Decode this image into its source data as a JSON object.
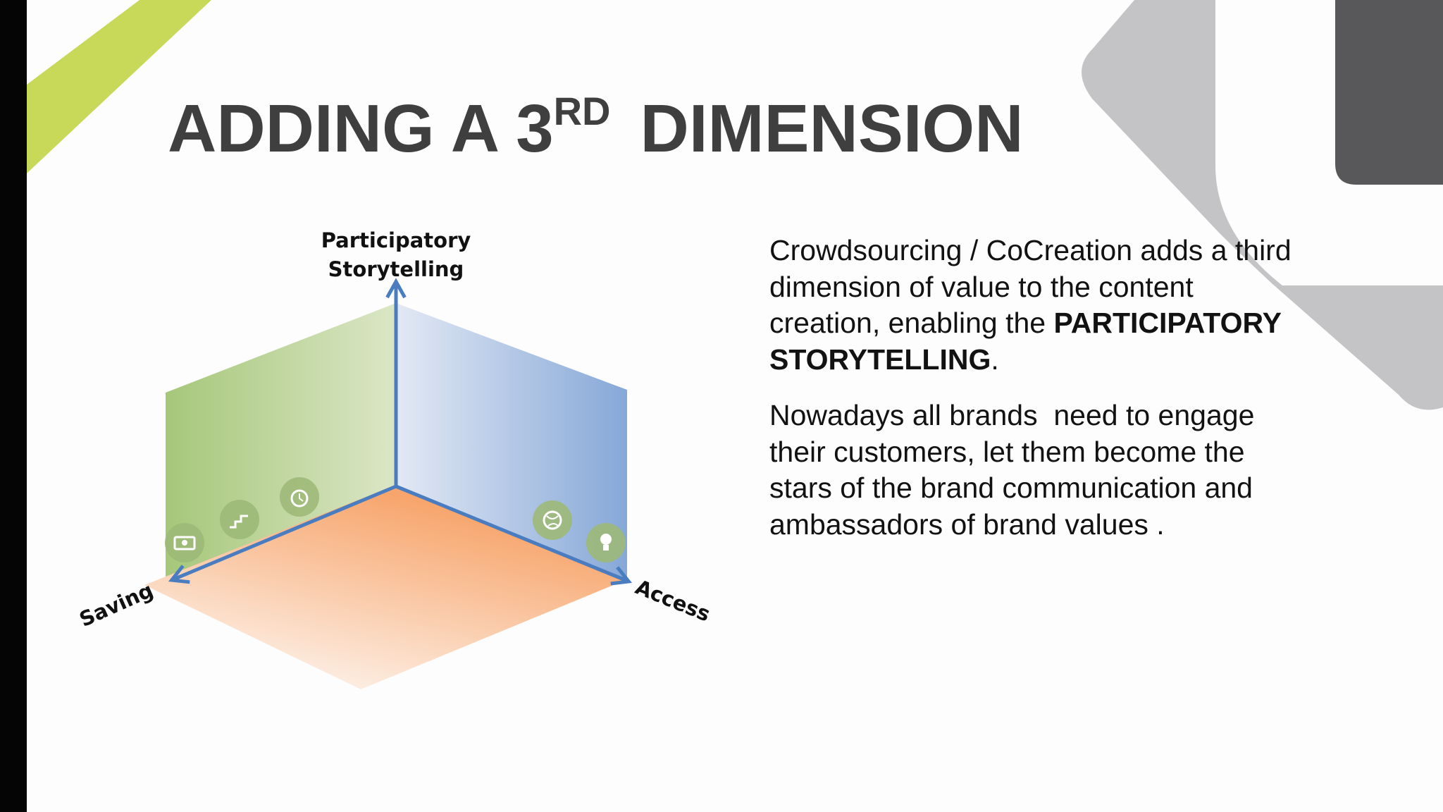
{
  "slide": {
    "title_main": "ADDING A 3",
    "title_sup": "RD",
    "title_end": "DIMENSION"
  },
  "diagram": {
    "axis_vertical_line1": "Participatory",
    "axis_vertical_line2": "Storytelling",
    "axis_left": "Saving",
    "axis_right": "Access",
    "icons": [
      "money-icon",
      "stairs-icon",
      "alarm-clock-icon",
      "globe-icon",
      "lightbulb-icon"
    ]
  },
  "text": {
    "p1_lead": "Crowdsourcing / CoCreation adds a third dimension of value to the content creation, enabling the",
    "p1_strong": "PARTICIPATORY STORYTELLING",
    "p1_end": ".",
    "p2": "Nowadays all brands  need to engage their customers, let them become the stars of the brand communication and ambassadors of brand values ."
  },
  "colors": {
    "title": "#3f3f3f",
    "accent_green": "#c8d95a",
    "axis_blue": "#4a7cc0",
    "panel_green": "#a9c97f",
    "panel_blue": "#86a8d8",
    "floor_orange": "#f7a56c",
    "deco_gray": "#c4c4c6",
    "deco_dark": "#5a5a5c"
  }
}
